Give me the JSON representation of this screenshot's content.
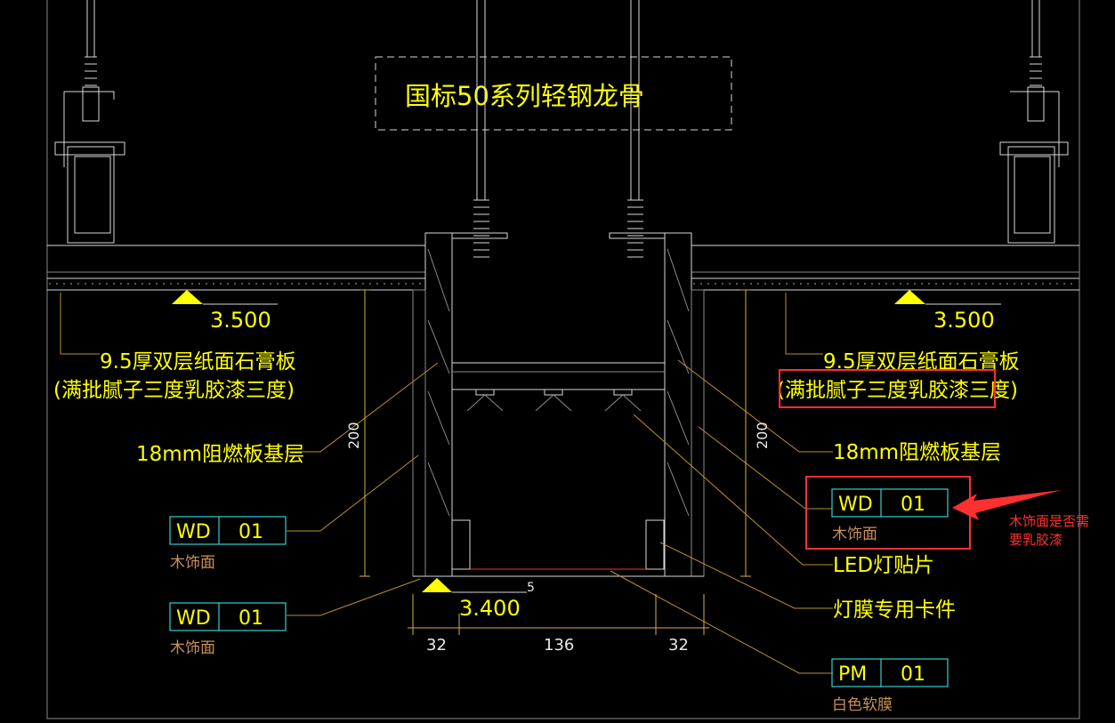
{
  "title": "国标50系列轻钢龙骨",
  "elevations": {
    "left": "3.500",
    "right": "3.500",
    "bottom": "3.400"
  },
  "labels": {
    "gypsum_left_line1": "9.5厚双层纸面石膏板",
    "gypsum_left_line2": "(满批腻子三度乳胶漆三度)",
    "gypsum_right_line1": "9.5厚双层纸面石膏板",
    "gypsum_right_line2": "(满批腻子三度乳胶漆三度)",
    "base_left": "18mm阻燃板基层",
    "base_right": "18mm阻燃板基层",
    "led": "LED灯贴片",
    "clip": "灯膜专用卡件"
  },
  "tags": [
    {
      "code": "WD",
      "num": "01",
      "sub": "木饰面"
    },
    {
      "code": "WD",
      "num": "01",
      "sub": "木饰面"
    },
    {
      "code": "WD",
      "num": "01",
      "sub": "木饰面"
    },
    {
      "code": "PM",
      "num": "01",
      "sub": "白色软膜"
    }
  ],
  "dimensions": {
    "height_left": "200",
    "height_right": "200",
    "width_left": "32",
    "width_mid": "136",
    "width_right": "32",
    "small": "5"
  },
  "annotation": {
    "line1": "木饰面是否需",
    "line2": "要乳胶漆"
  },
  "colors": {
    "background": "#000000",
    "text_yellow": "#ffff00",
    "tag_box": "#36d0d0",
    "markup_red": "#ff3030",
    "leader": "#b8912f"
  }
}
